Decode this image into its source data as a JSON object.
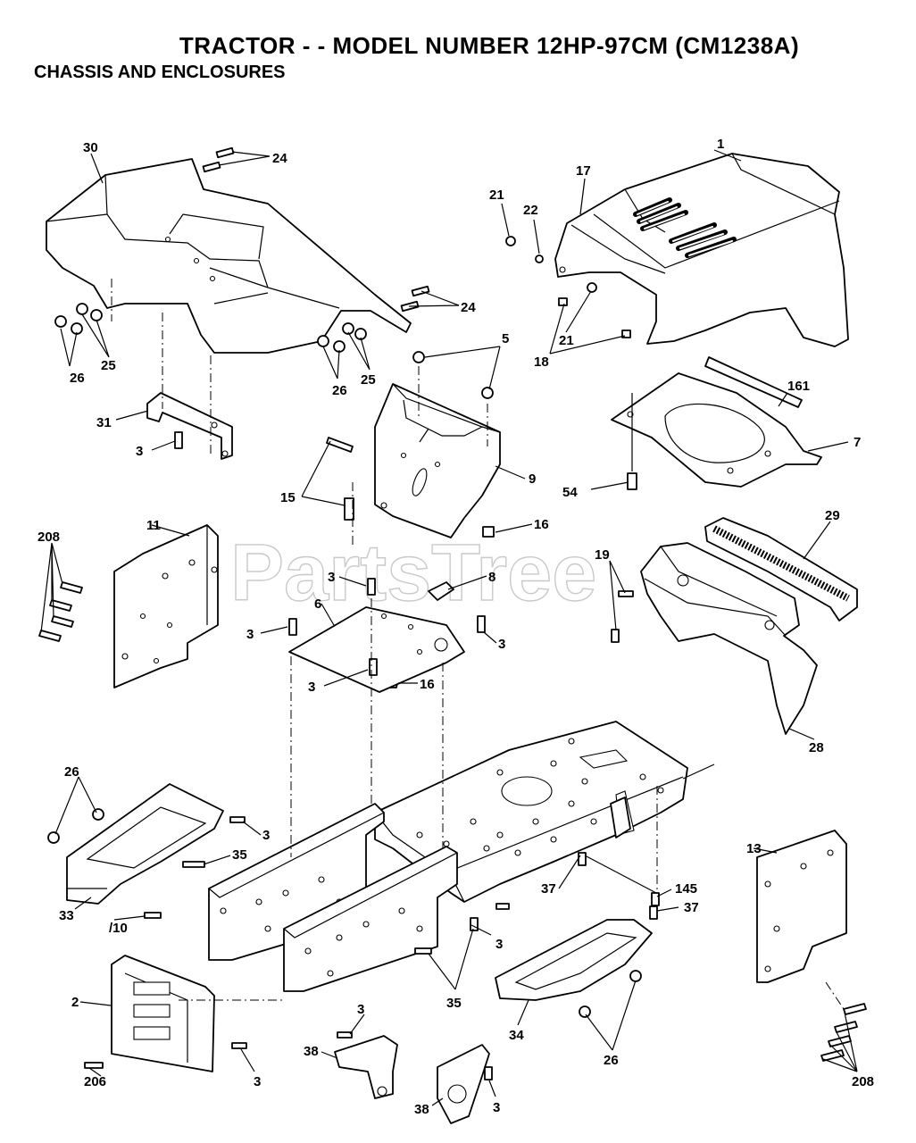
{
  "header": {
    "title": "TRACTOR - - MODEL NUMBER 12HP-97CM (CM1238A)",
    "subtitle": "CHASSIS AND ENCLOSURES"
  },
  "watermark": "PartsTree",
  "callouts": {
    "c30": "30",
    "c24a": "24",
    "c24b": "24",
    "c26a": "26",
    "c25a": "25",
    "c26b": "26",
    "c25b": "25",
    "c31": "31",
    "c3a": "3",
    "c21a": "21",
    "c22": "22",
    "c17": "17",
    "c1": "1",
    "c21b": "21",
    "c18": "18",
    "c5": "5",
    "c161": "161",
    "c7": "7",
    "c9": "9",
    "c15": "15",
    "c54": "54",
    "c16a": "16",
    "c208a": "208",
    "c11": "11",
    "c29": "29",
    "c19": "19",
    "c3b": "3",
    "c8": "8",
    "c6": "6",
    "c3c": "3",
    "c3d": "3",
    "c3e": "3",
    "c16b": "16",
    "c28": "28",
    "c26c": "26",
    "c3f": "3",
    "c35a": "35",
    "c33": "33",
    "c10": "/10",
    "c13": "13",
    "c37a": "37",
    "c145": "145",
    "c37b": "37",
    "c2": "2",
    "c3g": "3",
    "c35b": "35",
    "c3h": "3",
    "c34": "34",
    "c26d": "26",
    "c3i": "3",
    "c38a": "38",
    "c206": "206",
    "c3j": "3",
    "c38b": "38",
    "c3k": "3",
    "c208b": "208"
  }
}
